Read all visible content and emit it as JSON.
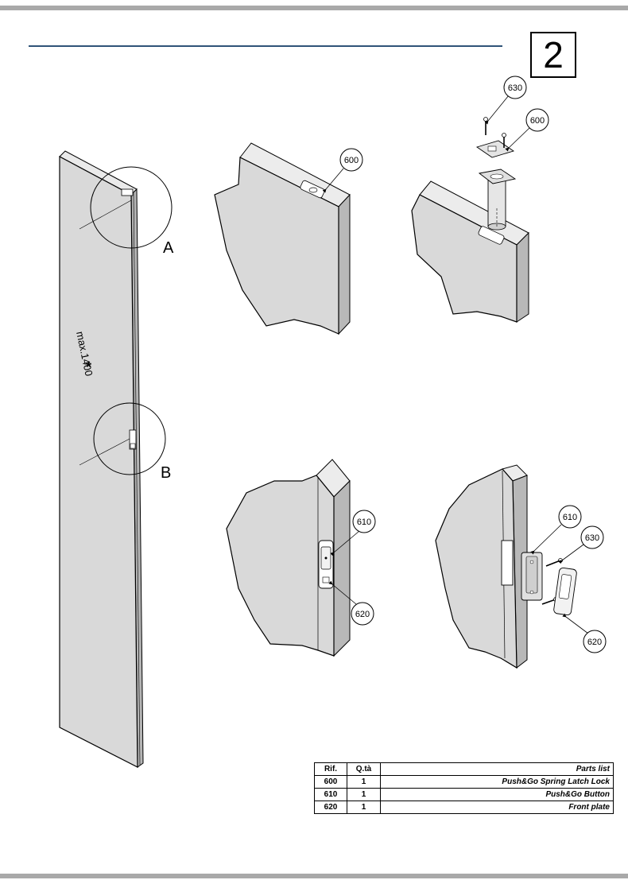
{
  "step": {
    "number": "2"
  },
  "callouts": {
    "top_mid": "600",
    "top_right_screw": "630",
    "top_right_plate": "600",
    "mid_left_button": "610",
    "mid_left_plate": "620",
    "mid_right_button": "610",
    "mid_right_screw": "630",
    "mid_right_plate": "620"
  },
  "details": {
    "a": "A",
    "b": "B"
  },
  "door": {
    "dimension_label": "max.1400",
    "dimension_mark": "*"
  },
  "parts_list": {
    "headers": {
      "ref": "Rif.",
      "qty": "Q.tà",
      "desc": "Parts list"
    },
    "rows": [
      {
        "ref": "600",
        "qty": "1",
        "desc": "Push&Go Spring Latch Lock"
      },
      {
        "ref": "610",
        "qty": "1",
        "desc": "Push&Go Button"
      },
      {
        "ref": "620",
        "qty": "1",
        "desc": "Front plate"
      }
    ]
  },
  "colors": {
    "door_fill": "#d9d9d9",
    "edge_fill": "#bdbdbd",
    "rule": "#2f5378",
    "band": "#a9a9a9"
  }
}
